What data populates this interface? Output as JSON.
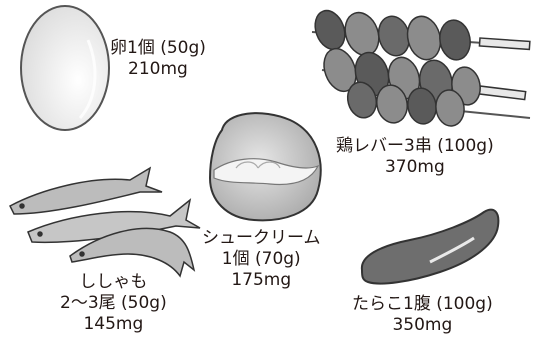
{
  "items": [
    {
      "id": "egg",
      "name": "卵1個 (50g)",
      "amount": "210mg"
    },
    {
      "id": "chicken-liver",
      "name": "鶏レバー3串 (100g)",
      "amount": "370mg"
    },
    {
      "id": "cream-puff",
      "name_line1": "シュークリーム",
      "name_line2": "1個 (70g)",
      "amount": "175mg"
    },
    {
      "id": "shishamo",
      "name_line1": "ししゃも",
      "name_line2": "2〜3尾 (50g)",
      "amount": "145mg"
    },
    {
      "id": "cod-roe",
      "name": "たらこ1腹 (100g)",
      "amount": "350mg"
    }
  ],
  "colors": {
    "text": "#231815",
    "outline": "#333333",
    "egg_fill": "#f2f2f2",
    "liver_fill": "#8c8c8c",
    "liver_dark": "#5a5a5a",
    "cream_fill": "#d0d0d0",
    "fish_fill": "#bcbcbc",
    "roe_fill": "#6e6e6e"
  }
}
